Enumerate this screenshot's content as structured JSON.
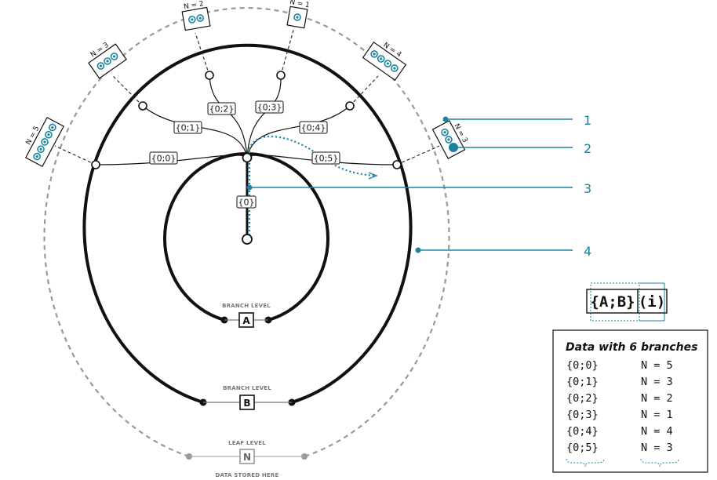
{
  "callouts": [
    "1",
    "2",
    "3",
    "4"
  ],
  "paths": {
    "root": "{0}",
    "branches": [
      "{0;0}",
      "{0;1}",
      "{0;2}",
      "{0;3}",
      "{0;4}",
      "{0;5}"
    ]
  },
  "leaf_counts": [
    "N = 5",
    "N = 3",
    "N = 2",
    "N = 1",
    "N = 4",
    "N = 3"
  ],
  "levels": {
    "a": {
      "caption": "BRANCH LEVEL",
      "letter": "A"
    },
    "b": {
      "caption": "BRANCH LEVEL",
      "letter": "B"
    },
    "n": {
      "caption": "LEAF LEVEL",
      "letter": "N",
      "note": "DATA STORED HERE"
    }
  },
  "legend": {
    "branch_path": "{A;B}",
    "index": "(i)"
  },
  "table": {
    "title": "Data  with 6 branches",
    "rows": [
      {
        "path": "{0;0}",
        "count": "N = 5"
      },
      {
        "path": "{0;1}",
        "count": "N = 3"
      },
      {
        "path": "{0;2}",
        "count": "N = 2"
      },
      {
        "path": "{0;3}",
        "count": "N = 1"
      },
      {
        "path": "{0;4}",
        "count": "N = 4"
      },
      {
        "path": "{0;5}",
        "count": "N = 3"
      }
    ]
  },
  "colors": {
    "accent": "#1a84a0",
    "ink": "#111111",
    "dashed": "#999999"
  }
}
